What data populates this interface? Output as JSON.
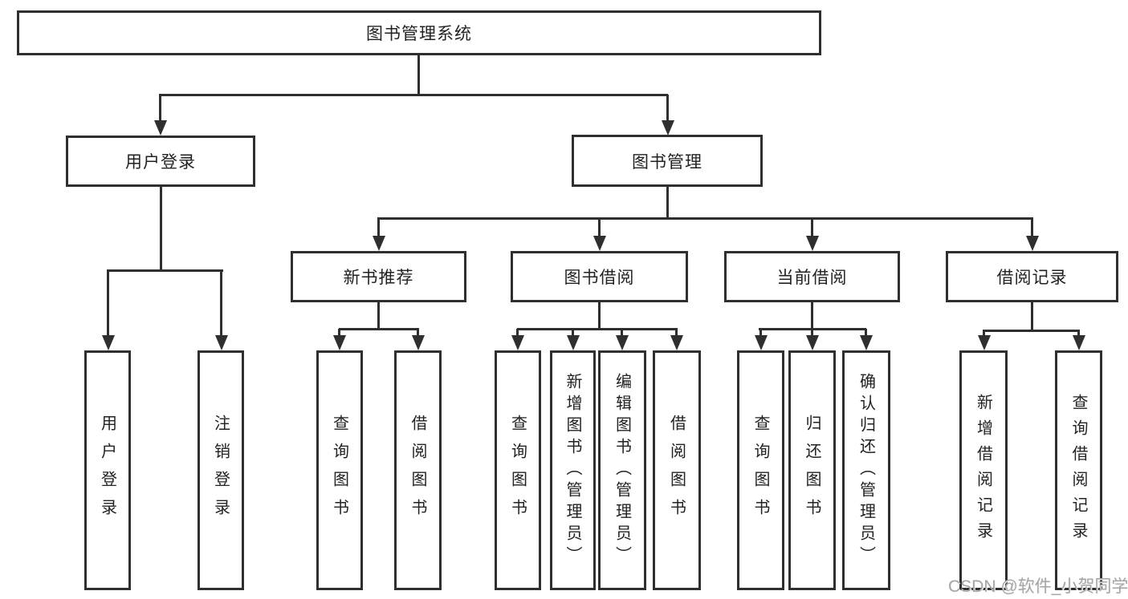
{
  "tree": {
    "root": {
      "label": "图书管理系统"
    },
    "children": [
      {
        "label": "用户登录",
        "children": [
          {
            "label": "用户登录"
          },
          {
            "label": "注销登录"
          }
        ]
      },
      {
        "label": "图书管理",
        "children": [
          {
            "label": "新书推荐",
            "children": [
              {
                "label": "查询图书"
              },
              {
                "label": "借阅图书"
              }
            ]
          },
          {
            "label": "图书借阅",
            "children": [
              {
                "label": "查询图书"
              },
              {
                "label": "新增图书（管理员）"
              },
              {
                "label": "编辑图书（管理员）"
              },
              {
                "label": "借阅图书"
              }
            ]
          },
          {
            "label": "当前借阅",
            "children": [
              {
                "label": "查询图书"
              },
              {
                "label": "归还图书"
              },
              {
                "label": "确认归还（管理员）"
              }
            ]
          },
          {
            "label": "借阅记录",
            "children": [
              {
                "label": "新增借阅记录"
              },
              {
                "label": "查询借阅记录"
              }
            ]
          }
        ]
      }
    ]
  },
  "watermark": {
    "text": "CSDN @软件_小贺同学"
  },
  "colors": {
    "line": "#2f2f2f",
    "text": "#222222",
    "watermark": "#a5a5a5",
    "background": "#ffffff"
  }
}
